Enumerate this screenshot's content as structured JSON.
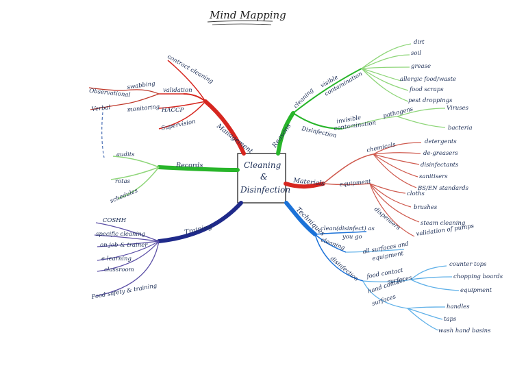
{
  "title": "Mind Mapping",
  "center": {
    "line1": "Cleaning",
    "line2": "&",
    "line3": "Disinfection"
  },
  "colors": {
    "red": "#d6261f",
    "darkred": "#c0392b",
    "green": "#28b52a",
    "lightgreen": "#8fd67a",
    "navy": "#1f2a8a",
    "purple": "#5b4fa6",
    "blue": "#1b72d8",
    "lightblue": "#5fb0e8",
    "salmon": "#cf5a4e"
  },
  "branches": {
    "management": {
      "label": "Management",
      "children": {
        "contract_cleaning": "contract cleaning",
        "validation": "validation",
        "haccp": "HACCP",
        "supervision": "Supervision",
        "swabbing": "swabbing",
        "monitoring": "monitoring",
        "observational": "Observational",
        "verbal": "Verbal"
      }
    },
    "records": {
      "label": "Records",
      "children": {
        "audits": "audits",
        "rotas": "rotas",
        "schedules": "schedules"
      }
    },
    "training": {
      "label": "Training",
      "children": {
        "coshh": "COSHH",
        "specific": "specific cleaning",
        "on_job": "on job & trainer",
        "elearning": "e-learning",
        "classroom": "classroom",
        "food_safety": "Food safety & training"
      }
    },
    "reasons": {
      "label": "Reasons",
      "cleaning": "cleaning",
      "visible": "visible",
      "contamination_v": "contamination",
      "disinfection": "Disinfection",
      "invisible": "invisible",
      "contamination_i": "contamination",
      "pathogens": "pathogens",
      "visible_items": [
        "dirt",
        "soil",
        "grease",
        "allergic food/waste",
        "food scraps",
        "pest droppings"
      ],
      "pathogen_items": [
        "Viruses",
        "bacteria"
      ]
    },
    "materials": {
      "label": "Materials",
      "chemicals": "chemicals",
      "chemical_items": [
        "detergents",
        "de-greasers",
        "disinfectants",
        "sanitisers",
        "BS/EN standards"
      ],
      "equipment": "equipment",
      "equipment_items": [
        "cloths",
        "brushes",
        "steam cleaning"
      ],
      "dispensers": "dispensers",
      "validation_pumps": "validation of pumps"
    },
    "techniques": {
      "label": "Techniques",
      "clean_as_you_go_1": "clean(disinfect) as",
      "clean_as_you_go_2": "you go",
      "cleaning": "cleaning",
      "all_surfaces_1": "all surfaces and",
      "all_surfaces_2": "equipment",
      "disinfection": "disinfection",
      "food_contact_1": "food contact",
      "food_contact_2": "surfaces",
      "food_contact_items": [
        "counter tops",
        "chopping boards",
        "equipment"
      ],
      "hand_contact_1": "hand contact",
      "hand_contact_2": "surfaces",
      "hand_contact_items": [
        "handles",
        "taps",
        "wash hand basins"
      ]
    }
  }
}
